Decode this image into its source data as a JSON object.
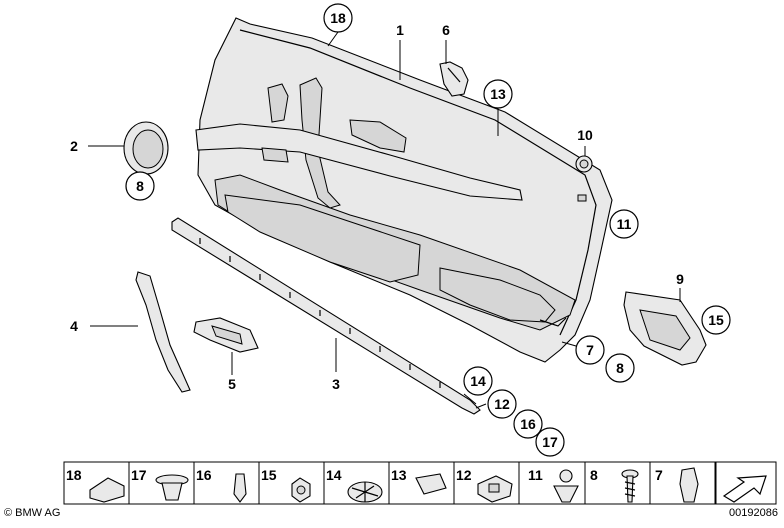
{
  "callouts": {
    "c1": "1",
    "c2": "2",
    "c3": "3",
    "c4": "4",
    "c5": "5",
    "c6": "6",
    "c7": "7",
    "c8a": "8",
    "c8b": "8",
    "c9": "9",
    "c10": "10",
    "c11": "11",
    "c12": "12",
    "c13": "13",
    "c14": "14",
    "c15": "15",
    "c16": "16",
    "c17": "17",
    "c18": "18"
  },
  "strip": {
    "cells": [
      "18",
      "17",
      "16",
      "15",
      "14",
      "13",
      "12",
      "11",
      "8",
      "7"
    ]
  },
  "footer": {
    "copyright": "© BMW AG",
    "drawing_number": "00192086"
  }
}
